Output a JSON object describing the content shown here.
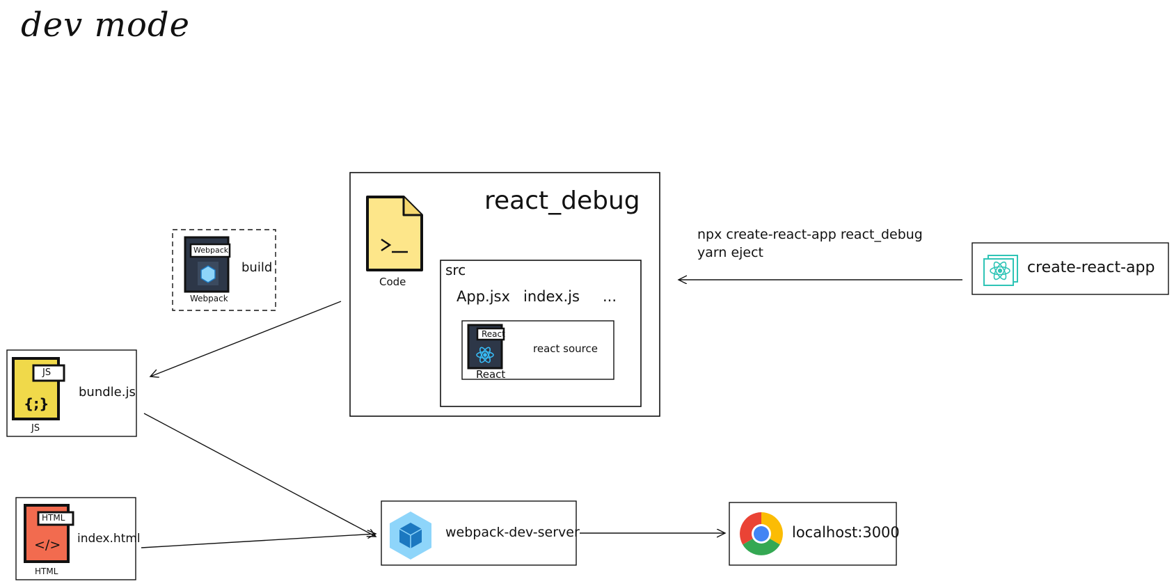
{
  "title": "dev mode",
  "code_box": {
    "title": "react_debug",
    "code_icon_label": "Code",
    "src_label": "src",
    "files": [
      "App.jsx",
      "index.js",
      "..."
    ],
    "react_icon_label": "React",
    "react_icon_tag": "React",
    "react_source_label": "react source"
  },
  "build_group": {
    "label": "build",
    "webpack_icon_label": "Webpack",
    "webpack_icon_tag": "Webpack"
  },
  "bundle": {
    "label": "bundle.js",
    "icon_label": "JS",
    "icon_tag": "JS",
    "glyph": "{;}"
  },
  "index_html": {
    "label": "index.html",
    "icon_label": "HTML",
    "icon_tag": "HTML",
    "glyph": "</>"
  },
  "dev_server": {
    "label": "webpack-dev-server"
  },
  "browser": {
    "label": "localhost:3000"
  },
  "cra": {
    "label": "create-react-app",
    "command_line1": "npx create-react-app react_debug",
    "command_line2": "yarn eject"
  },
  "colors": {
    "code_file": "#fde68a",
    "js_file": "#f0d94a",
    "html_file": "#f26b4f",
    "react_dark": "#2d3748",
    "react_cyan": "#38bdf8",
    "webpack_blue": "#8ed5fa",
    "webpack_dark": "#1c78c0",
    "cra_teal": "#2ec4b6"
  }
}
